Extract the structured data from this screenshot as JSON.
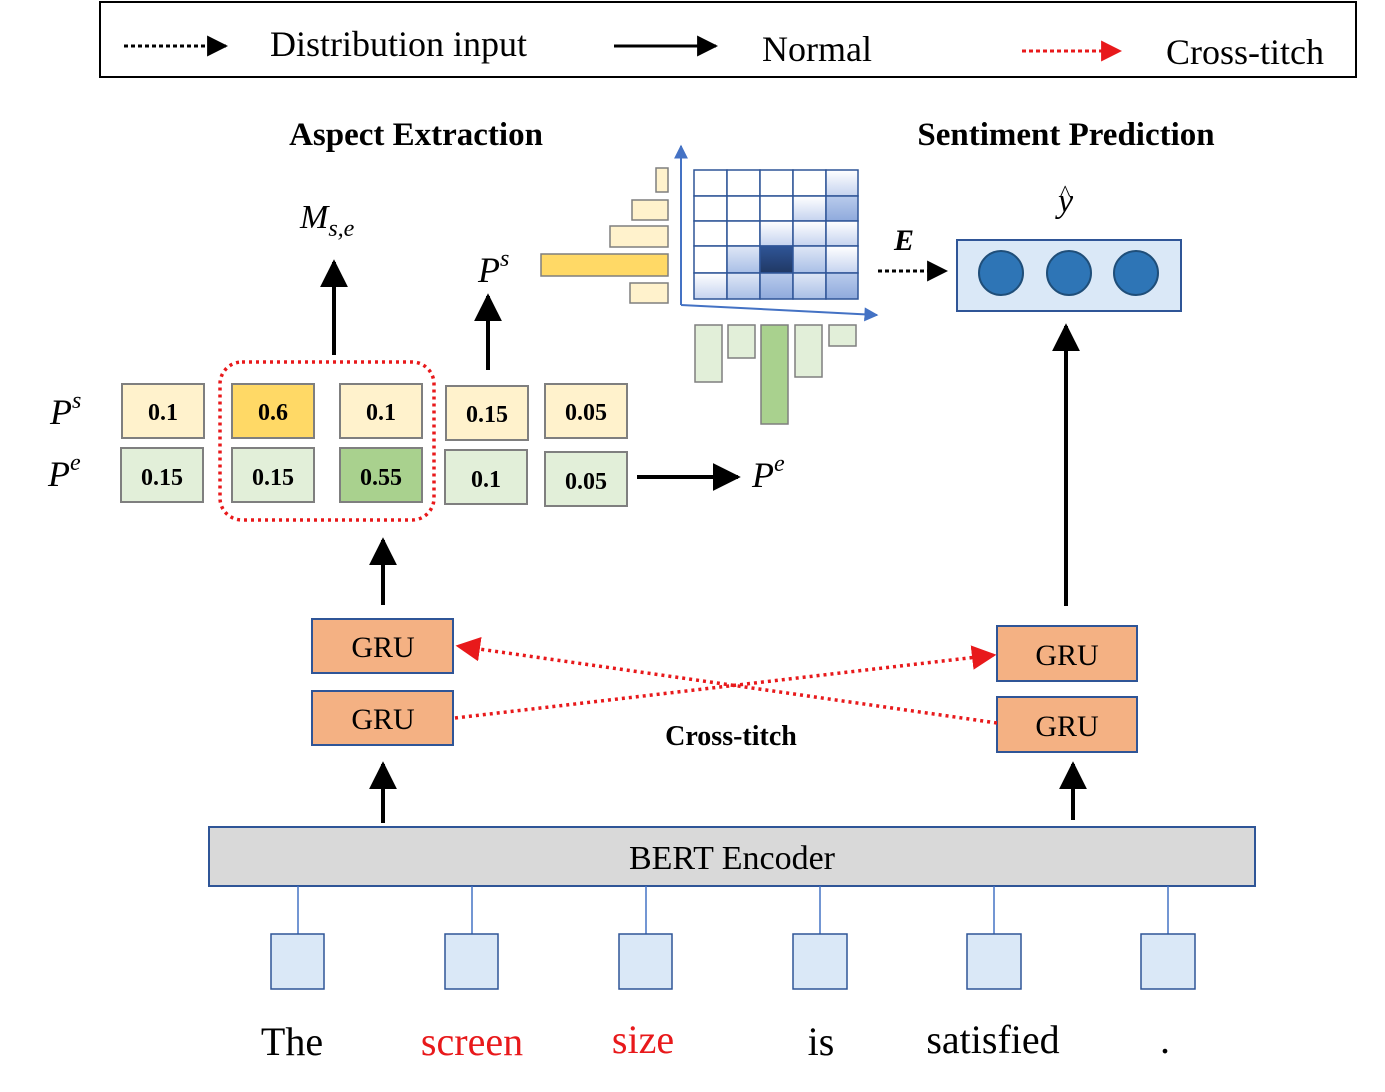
{
  "legend": {
    "distribution": "Distribution input",
    "normal": "Normal",
    "cross": "Cross-titch"
  },
  "titles": {
    "aspect": "Aspect Extraction",
    "sentiment": "Sentiment Prediction"
  },
  "symbols": {
    "m_base": "M",
    "m_sub": "s,e",
    "p_base": "P",
    "p_s_sup": "s",
    "p_e_sup": "e",
    "e_label": "E",
    "y_hat": "y",
    "hat": "^"
  },
  "probabilities": {
    "ps": [
      "0.1",
      "0.6",
      "0.1",
      "0.15",
      "0.05"
    ],
    "pe": [
      "0.15",
      "0.15",
      "0.55",
      "0.1",
      "0.05"
    ]
  },
  "gru": {
    "label": "GRU"
  },
  "cross_label": "Cross-titch",
  "encoder": {
    "label": "BERT Encoder"
  },
  "tokens": [
    "The",
    "screen",
    "size",
    "is",
    "satisfied",
    "."
  ],
  "colors": {
    "accent_red": "#e8191b",
    "ps_light": "#fff2cc",
    "ps_high": "#ffd966",
    "pe_light": "#e2efd9",
    "pe_high": "#a9d18e",
    "gru_fill": "#f4b183",
    "token_fill": "#dae8f7",
    "encoder_fill": "#d9d9d9",
    "node_fill": "#2e75b6",
    "axis_blue": "#4472c4"
  }
}
